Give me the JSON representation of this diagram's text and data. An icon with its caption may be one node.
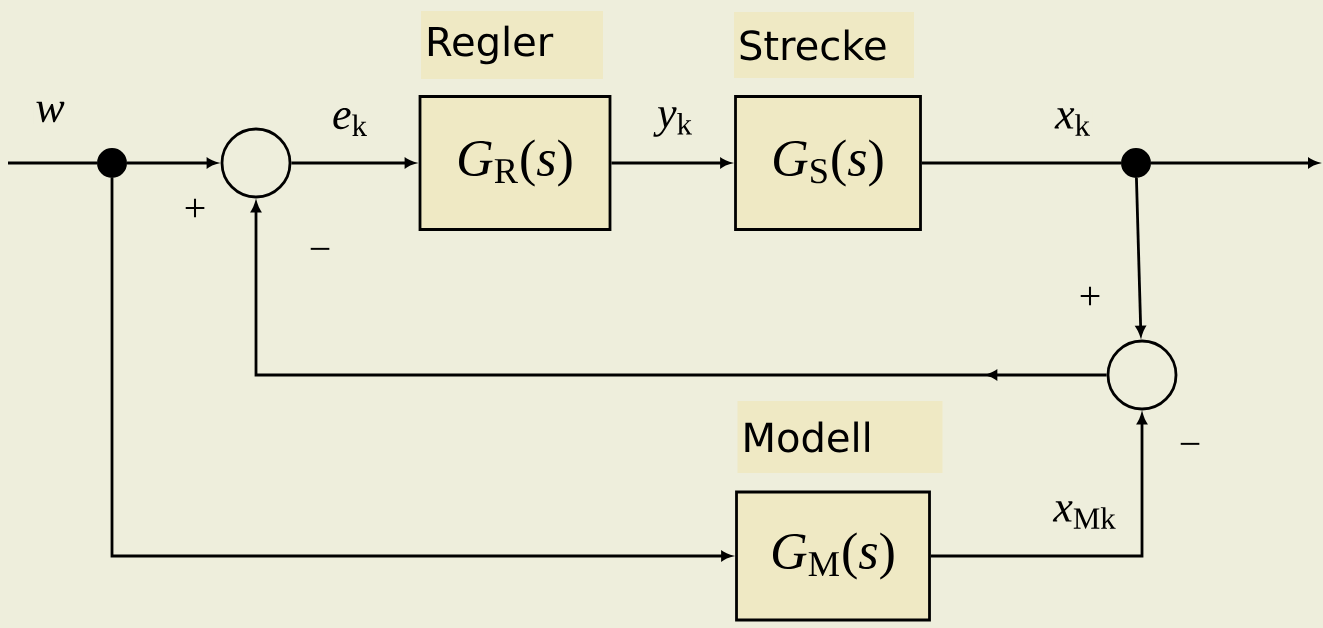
{
  "diagram": {
    "nodes": [
      {
        "text": [],
        "shape": "dot"
      },
      {
        "text": [],
        "shape": "circle"
      },
      {
        "text": [
          "Regler",
          "*G*$_{R}$(*s*)"
        ]
      },
      {
        "text": [
          "Strecke",
          "*G*$_{S}$(*s*)"
        ]
      },
      {
        "text": [],
        "shape": "dot"
      },
      {
        "text": [],
        "shape": "circle"
      },
      {
        "text": [
          "Modell",
          "*G*$_{M}$(*s*)"
        ]
      }
    ],
    "edges": [
      {
        "from": null,
        "to": 0,
        "arrow": "none",
        "label": "*w*"
      },
      {
        "from": 0,
        "to": 1,
        "arrow": "to"
      },
      {
        "from": 1,
        "to": 2,
        "arrow": "to",
        "label": "*e*$_{k}$"
      },
      {
        "from": 2,
        "to": 3,
        "arrow": "to",
        "label": "*y*$_{k}$"
      },
      {
        "from": 3,
        "to": 4,
        "arrow": "none",
        "label": "*x*$_{k}$"
      },
      {
        "from": 4,
        "to": null,
        "arrow": "to"
      },
      {
        "from": 4,
        "to": 5,
        "arrow": "to"
      },
      {
        "from": 5,
        "to": 1,
        "arrow": "to"
      },
      {
        "from": 0,
        "to": 6,
        "arrow": "to"
      },
      {
        "from": 6,
        "to": 5,
        "arrow": "to",
        "label": "*x*$_{Mk}$"
      }
    ],
    "labels": [
      "+",
      "−",
      "+",
      "−"
    ]
  }
}
